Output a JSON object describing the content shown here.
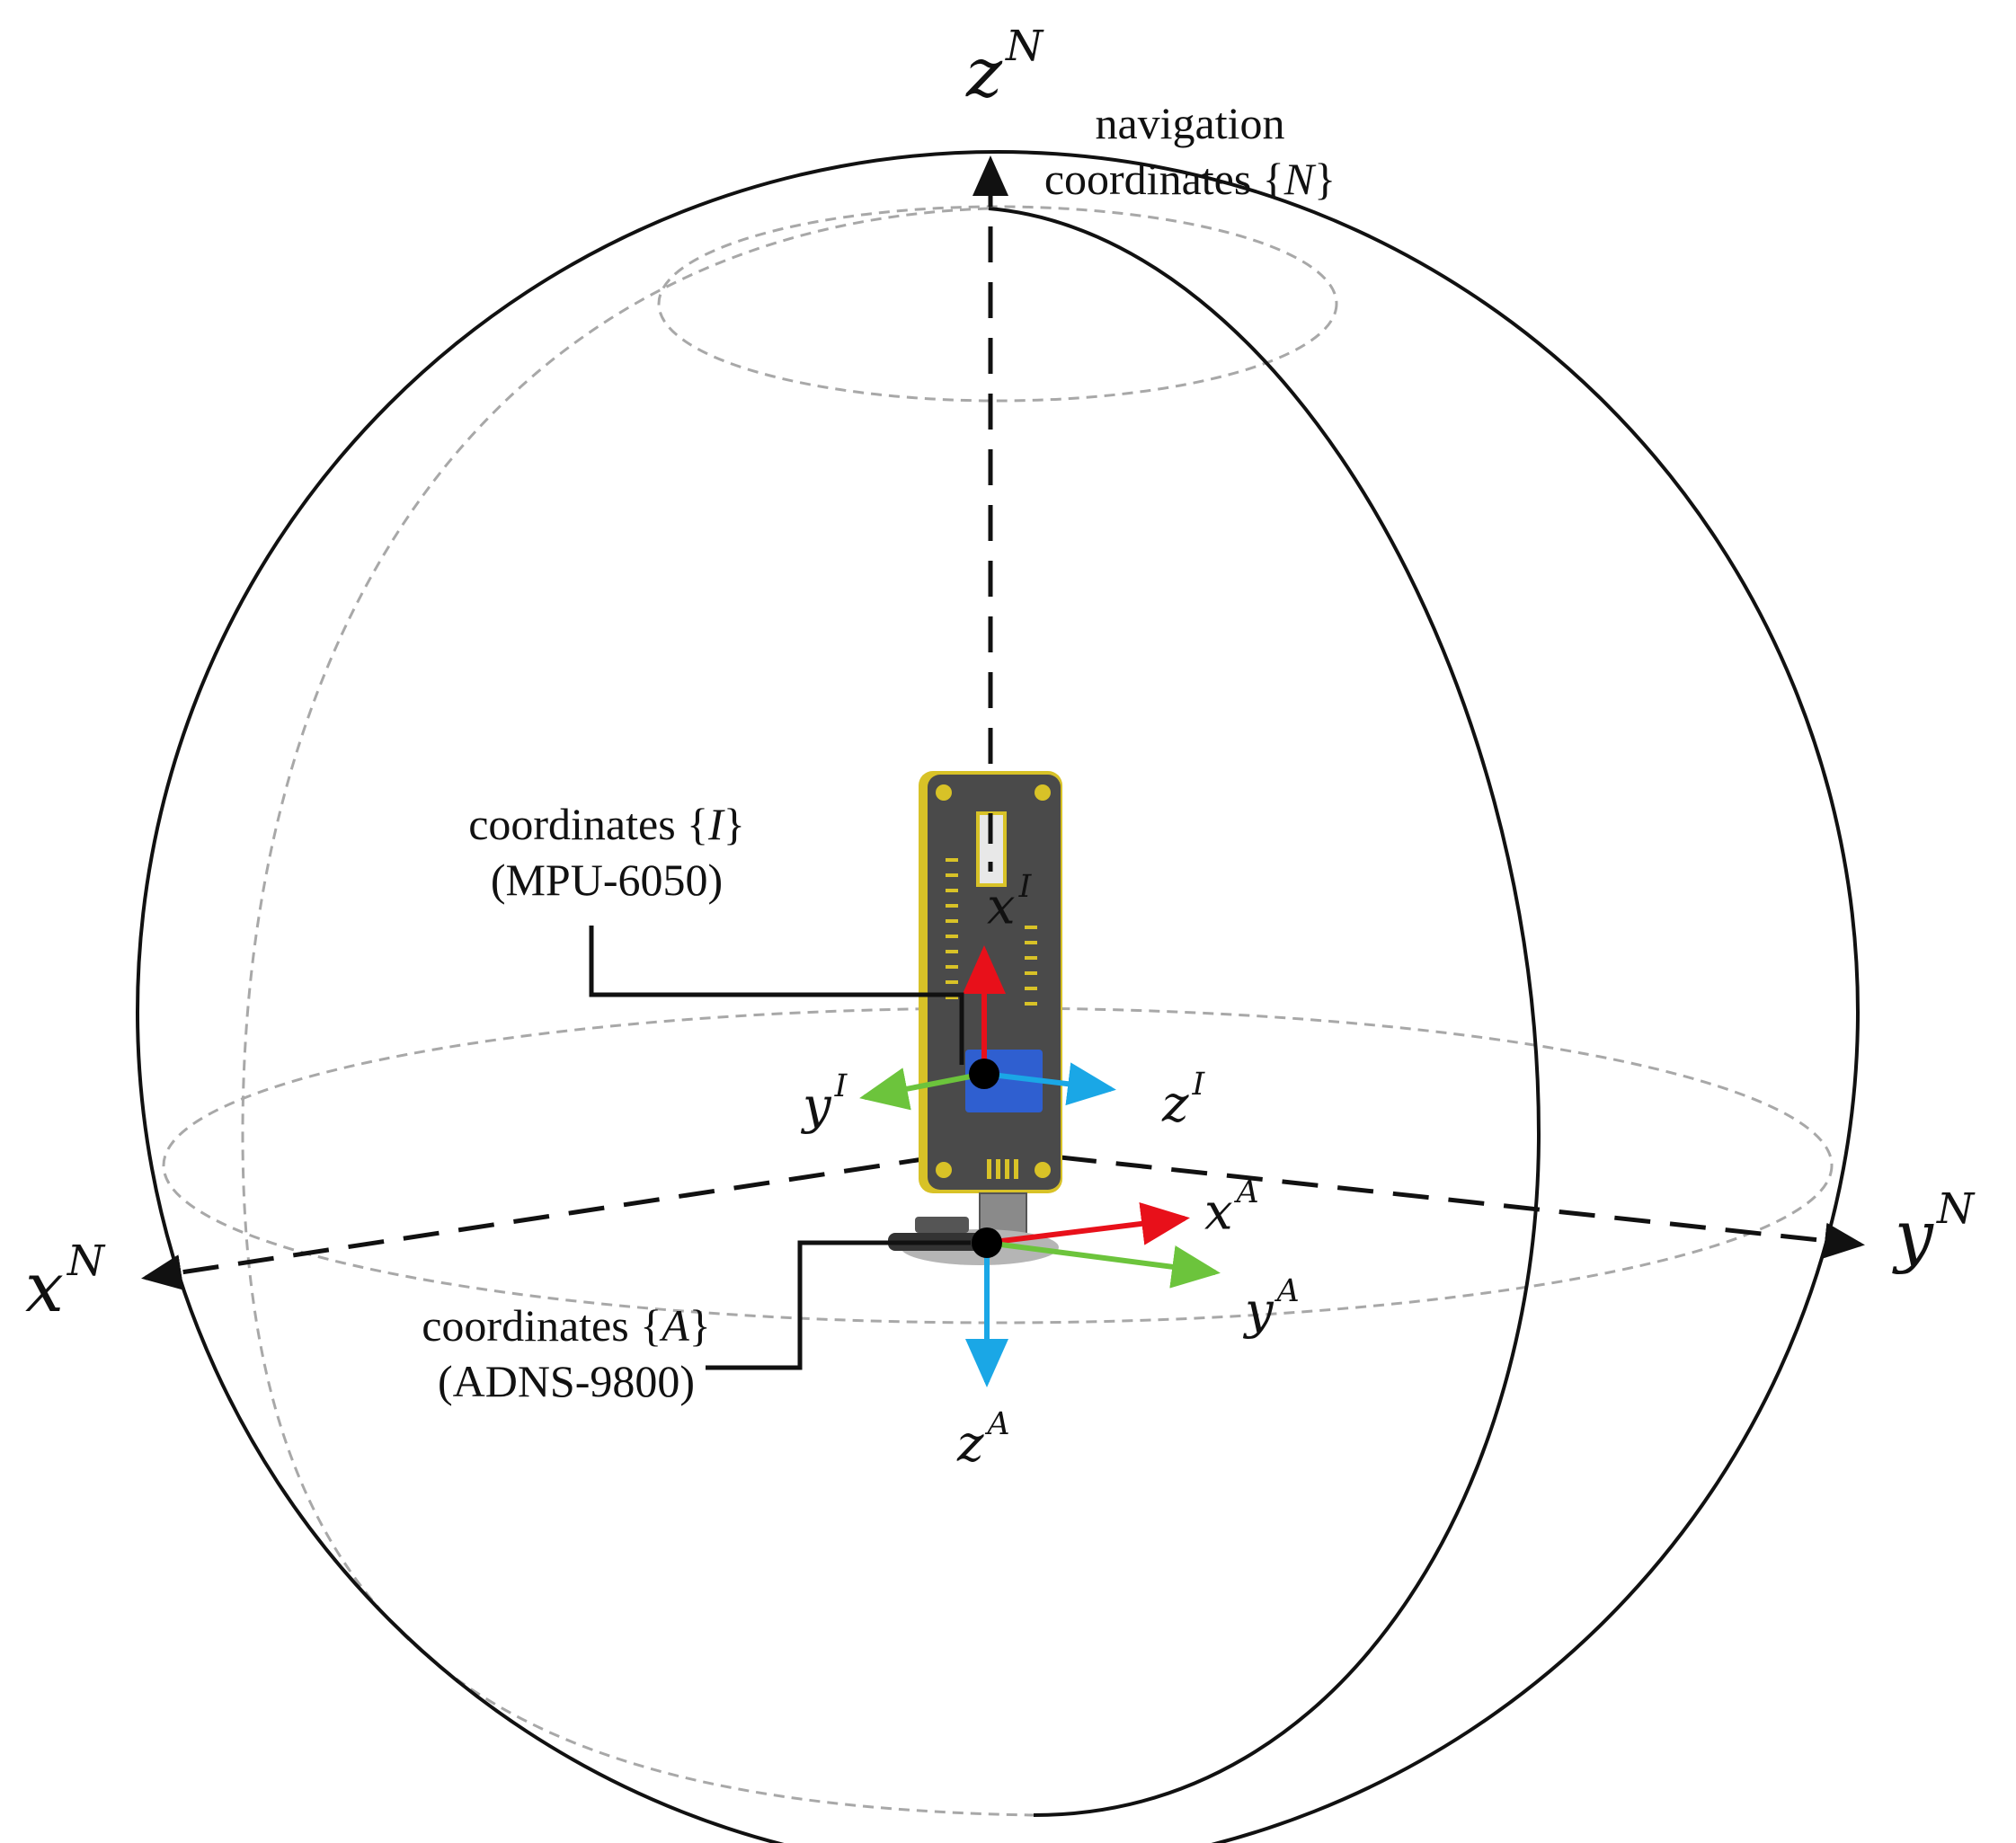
{
  "labels": {
    "navigation": {
      "line1": "navigation",
      "line2_prefix": "coordinates {",
      "line2_var": "N",
      "line2_suffix": "}"
    },
    "imu": {
      "line1_prefix": "coordinates {",
      "line1_var": "I",
      "line1_suffix": "}",
      "line2": "(MPU-6050)"
    },
    "optical": {
      "line1_prefix": "coordinates {",
      "line1_var": "A",
      "line1_suffix": "}",
      "line2": "(ADNS-9800)"
    }
  },
  "axes": {
    "zN": {
      "base": "z",
      "sup": "N"
    },
    "xN": {
      "base": "x",
      "sup": "N"
    },
    "yN": {
      "base": "y",
      "sup": "N"
    },
    "xI": {
      "base": "x",
      "sup": "I"
    },
    "yI": {
      "base": "y",
      "sup": "I"
    },
    "zI": {
      "base": "z",
      "sup": "I"
    },
    "xA": {
      "base": "x",
      "sup": "A"
    },
    "yA": {
      "base": "y",
      "sup": "A"
    },
    "zA": {
      "base": "z",
      "sup": "A"
    }
  },
  "colors": {
    "x_axis": "#e8101a",
    "y_axis": "#6cc43c",
    "z_axis": "#1aa7e6",
    "outline": "#111111",
    "hidden_line": "#a8a8a8",
    "board": "#4a4a4a",
    "board_edge": "#d8c227",
    "chip": "#2f5fd0"
  }
}
